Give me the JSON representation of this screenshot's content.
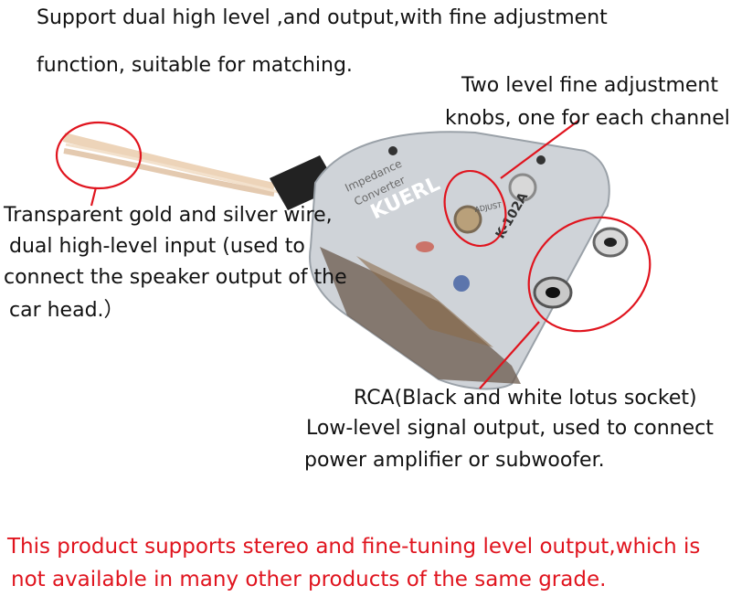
{
  "captions": {
    "top_line1": "Support dual high level ,and output,with fine adjustment",
    "top_line2": "function, suitable for matching.",
    "knobs_line1": "Two level fine adjustment",
    "knobs_line2": "knobs, one for each channel",
    "wire_line1": "Transparent gold and silver wire,",
    "wire_line2": "dual high-level input  (used to",
    "wire_line3": "connect the speaker output of the",
    "wire_line4": "car head.）",
    "rca_line1": "RCA(Black and white lotus socket)",
    "rca_line2": "Low-level signal output, used to connect",
    "rca_line3": "power amplifier or subwoofer.",
    "bottom_line1": "This product supports stereo and fine-tuning level output,which is",
    "bottom_line2": "not available in many other products of the same grade."
  },
  "device_print": {
    "brand": "KUERL",
    "model": "K-102A",
    "label1": "Impedance",
    "label2": "Converter",
    "adjust": "ADJUST"
  },
  "colors": {
    "annotation_red": "#e0141e",
    "caption_text": "#111111"
  }
}
